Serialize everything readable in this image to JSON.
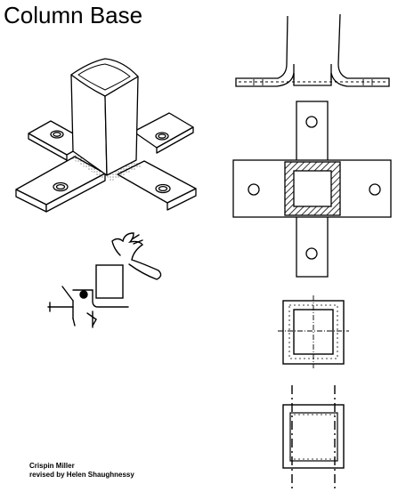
{
  "title": "Column Base",
  "credits": {
    "author": "Crispin Miller",
    "reviser": "revised by Helen Shaughnessy"
  },
  "colors": {
    "ink": "#000000",
    "paper": "#ffffff"
  }
}
